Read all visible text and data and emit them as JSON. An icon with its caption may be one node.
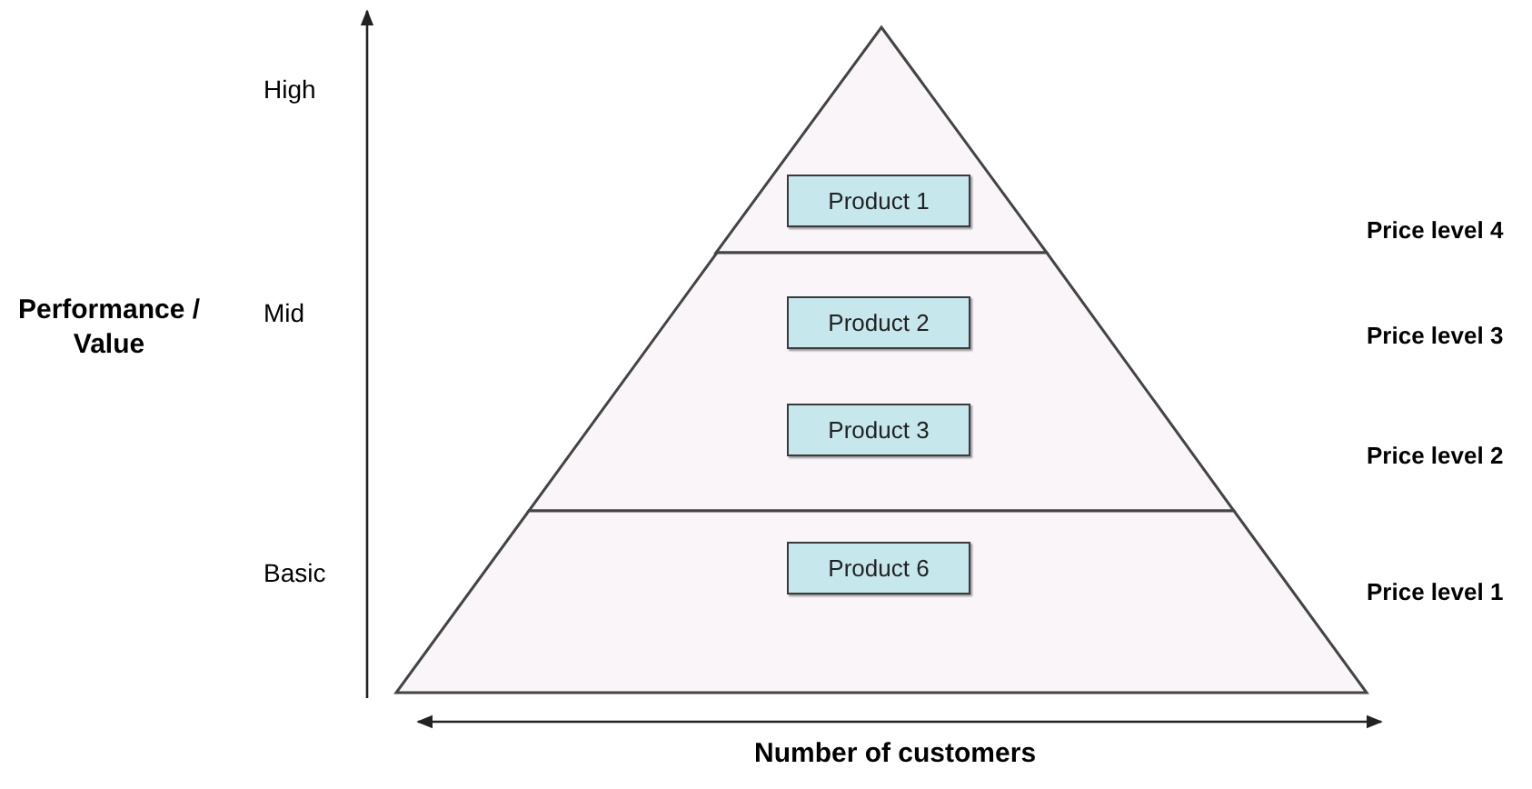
{
  "diagram": {
    "nodes": [
      {
        "text": [],
        "shape": "triangle"
      },
      {
        "text": [
          "Product 1"
        ],
        "in": 0
      },
      {
        "text": [],
        "shape": "trapezoid"
      },
      {
        "text": [
          "Product 2"
        ],
        "in": 2
      },
      {
        "text": [
          "Product 3"
        ],
        "in": 2
      },
      {
        "text": [],
        "shape": "trapezoid"
      },
      {
        "text": [
          "Product 6"
        ],
        "in": 5
      }
    ],
    "labels": [
      "High",
      "Price level 4",
      "Performance / Value",
      "Mid",
      "Price level 3",
      "Price level 2",
      "Basic",
      "Price level 1",
      "Number of customers"
    ]
  }
}
